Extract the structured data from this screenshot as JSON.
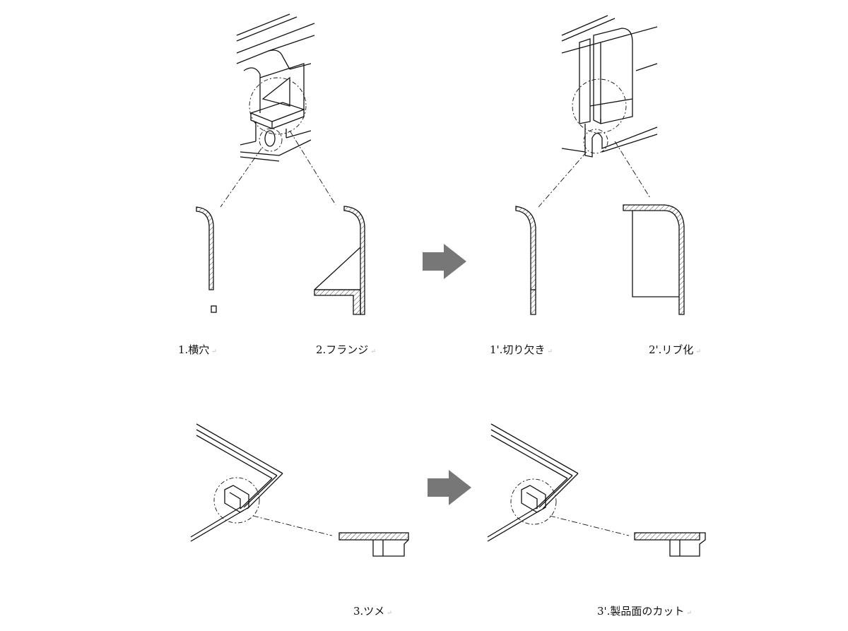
{
  "labels": {
    "item1": "1.横穴",
    "item2": "2.フランジ",
    "item1p": "1'.切り欠き",
    "item2p": "2'.リブ化",
    "item3": "3.ツメ",
    "item3p": "3'.製品面のカット",
    "return_mark": "↵"
  },
  "colors": {
    "line": "#111111",
    "arrow": "#777777",
    "hatch": "#444444"
  }
}
